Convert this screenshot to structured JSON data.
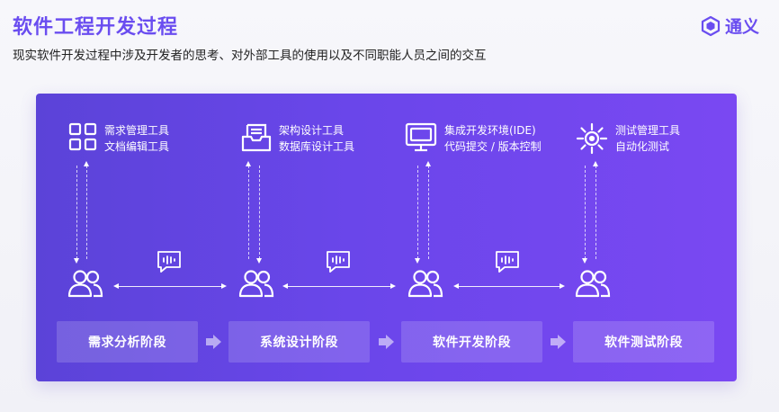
{
  "header": {
    "title": "软件工程开发过程",
    "subtitle": "现实软件开发过程中涉及开发者的思考、对外部工具的使用以及不同职能人员之间的交互",
    "logo_text": "通义"
  },
  "tools": [
    {
      "icon": "grid-apps-icon",
      "lines": [
        "需求管理工具",
        "文档编辑工具"
      ]
    },
    {
      "icon": "inbox-tray-icon",
      "lines": [
        "架构设计工具",
        "数据库设计工具"
      ]
    },
    {
      "icon": "monitor-icon",
      "lines": [
        "集成开发环境(IDE)",
        "代码提交 / 版本控制"
      ]
    },
    {
      "icon": "gear-bug-icon",
      "lines": [
        "测试管理工具",
        "自动化测试"
      ]
    }
  ],
  "stages": [
    {
      "label": "需求分析阶段"
    },
    {
      "label": "系统设计阶段"
    },
    {
      "label": "软件开发阶段"
    },
    {
      "label": "软件测试阶段"
    }
  ],
  "colors": {
    "accent": "#6a4df0",
    "panel_start": "#5b43d8",
    "panel_end": "#7a48f2"
  }
}
